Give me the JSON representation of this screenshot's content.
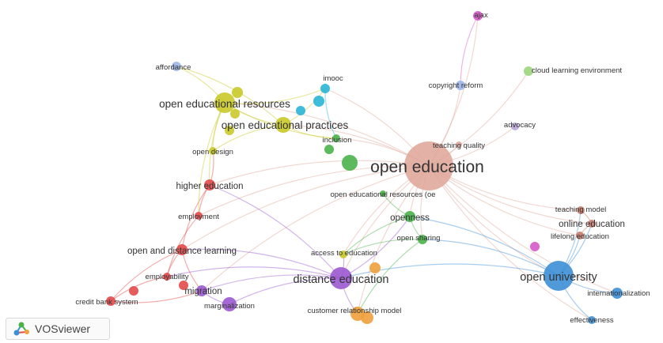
{
  "app": {
    "name": "VOSviewer",
    "logo_icon": "vosviewer-logo-icon"
  },
  "diagram": {
    "type": "keyword co-occurrence network",
    "clusters": {
      "red": "#e34a4a",
      "yellow": "#c9c92a",
      "green": "#49b349",
      "cyan": "#29b5d6",
      "purple": "#9b59d0",
      "orange": "#f0a03c",
      "blue": "#3d8fd6",
      "brown": "#c87d6e",
      "pink": "#d45ac8",
      "lightblue": "#9fb6e8",
      "lightgreen": "#9cd67c",
      "lavender": "#b9a5d8",
      "salmon": "#e0a89b"
    },
    "nodes": [
      {
        "id": "open-education",
        "label": "open education",
        "cluster": "salmon",
        "weight": 5
      },
      {
        "id": "open-university",
        "label": "open university",
        "cluster": "blue",
        "weight": 4
      },
      {
        "id": "distance-education",
        "label": "distance education",
        "cluster": "purple",
        "weight": 4
      },
      {
        "id": "open-educational-resources",
        "label": "open educational resources",
        "cluster": "yellow",
        "weight": 3
      },
      {
        "id": "open-educational-practices",
        "label": "open educational practices",
        "cluster": "yellow",
        "weight": 3
      },
      {
        "id": "higher-education",
        "label": "higher education",
        "cluster": "red",
        "weight": 2
      },
      {
        "id": "open-and-distance-learning",
        "label": "open and distance learning",
        "cluster": "red",
        "weight": 2
      },
      {
        "id": "online-education",
        "label": "online education",
        "cluster": "brown",
        "weight": 2
      },
      {
        "id": "openness",
        "label": "openness",
        "cluster": "green",
        "weight": 2
      },
      {
        "id": "migration",
        "label": "migration",
        "cluster": "purple",
        "weight": 2
      },
      {
        "id": "ajax",
        "label": "ajax",
        "cluster": "pink",
        "weight": 1
      },
      {
        "id": "cloud-learning-environment",
        "label": "cloud learning environment",
        "cluster": "lightgreen",
        "weight": 1
      },
      {
        "id": "copyright-reform",
        "label": "copyright reform",
        "cluster": "lightblue",
        "weight": 1
      },
      {
        "id": "affordance",
        "label": "affordance",
        "cluster": "lightblue",
        "weight": 1
      },
      {
        "id": "imooc",
        "label": "imooc",
        "cluster": "cyan",
        "weight": 1
      },
      {
        "id": "advocacy",
        "label": "advocacy",
        "cluster": "lavender",
        "weight": 1
      },
      {
        "id": "inclusion",
        "label": "inclusion",
        "cluster": "green",
        "weight": 1
      },
      {
        "id": "teaching-quality",
        "label": "teaching quality",
        "cluster": "salmon",
        "weight": 1
      },
      {
        "id": "open-design",
        "label": "open design",
        "cluster": "yellow",
        "weight": 1
      },
      {
        "id": "open-educational-resources-oe",
        "label": "open educational resources (oe",
        "cluster": "green",
        "weight": 1
      },
      {
        "id": "employment",
        "label": "employment",
        "cluster": "red",
        "weight": 1
      },
      {
        "id": "teaching-model",
        "label": "teaching model",
        "cluster": "brown",
        "weight": 1
      },
      {
        "id": "lifelong-education",
        "label": "lifelong education",
        "cluster": "brown",
        "weight": 1
      },
      {
        "id": "open-sharing",
        "label": "open sharing",
        "cluster": "green",
        "weight": 1
      },
      {
        "id": "access-to-education",
        "label": "access to education",
        "cluster": "yellow",
        "weight": 1
      },
      {
        "id": "employability",
        "label": "employability",
        "cluster": "red",
        "weight": 1
      },
      {
        "id": "credit-bank-system",
        "label": "credit bank system",
        "cluster": "red",
        "weight": 1
      },
      {
        "id": "marginalization",
        "label": "marginalization",
        "cluster": "purple",
        "weight": 1
      },
      {
        "id": "customer-relationship-model",
        "label": "customer relationship model",
        "cluster": "orange",
        "weight": 1
      },
      {
        "id": "internationalization",
        "label": "internationalization",
        "cluster": "blue",
        "weight": 1
      },
      {
        "id": "effectiveness",
        "label": "effectiveness",
        "cluster": "blue",
        "weight": 1
      }
    ],
    "extra_nodes": [
      {
        "id": "dot-yellow-a",
        "cluster": "yellow"
      },
      {
        "id": "dot-yellow-b",
        "cluster": "yellow"
      },
      {
        "id": "dot-yellow-c",
        "cluster": "yellow"
      },
      {
        "id": "dot-green-a",
        "cluster": "green"
      },
      {
        "id": "dot-green-b",
        "cluster": "green"
      },
      {
        "id": "dot-cyan-a",
        "cluster": "cyan"
      },
      {
        "id": "dot-cyan-b",
        "cluster": "cyan"
      },
      {
        "id": "dot-pink-a",
        "cluster": "pink"
      },
      {
        "id": "dot-red-a",
        "cluster": "red"
      },
      {
        "id": "dot-red-b",
        "cluster": "red"
      },
      {
        "id": "dot-orange-a",
        "cluster": "orange"
      },
      {
        "id": "dot-orange-b",
        "cluster": "orange"
      }
    ],
    "links": [
      [
        "open-education",
        "open-university"
      ],
      [
        "open-education",
        "distance-education"
      ],
      [
        "open-education",
        "open-educational-resources"
      ],
      [
        "open-education",
        "open-educational-practices"
      ],
      [
        "open-education",
        "higher-education"
      ],
      [
        "open-education",
        "ajax"
      ],
      [
        "open-education",
        "cloud-learning-environment"
      ],
      [
        "open-education",
        "copyright-reform"
      ],
      [
        "open-education",
        "advocacy"
      ],
      [
        "open-education",
        "online-education"
      ],
      [
        "open-education",
        "teaching-model"
      ],
      [
        "open-education",
        "lifelong-education"
      ],
      [
        "open-education",
        "openness"
      ],
      [
        "open-education",
        "open-sharing"
      ],
      [
        "open-education",
        "imooc"
      ],
      [
        "open-education",
        "inclusion"
      ],
      [
        "open-education",
        "teaching-quality"
      ],
      [
        "open-education",
        "access-to-education"
      ],
      [
        "open-education",
        "employment"
      ],
      [
        "open-education",
        "open-and-distance-learning"
      ],
      [
        "open-education",
        "customer-relationship-model"
      ],
      [
        "open-education",
        "internationalization"
      ],
      [
        "open-education",
        "effectiveness"
      ],
      [
        "open-education",
        "migration"
      ],
      [
        "open-university",
        "distance-education"
      ],
      [
        "open-university",
        "openness"
      ],
      [
        "open-university",
        "open-sharing"
      ],
      [
        "open-university",
        "online-education"
      ],
      [
        "open-university",
        "internationalization"
      ],
      [
        "open-university",
        "effectiveness"
      ],
      [
        "open-university",
        "lifelong-education"
      ],
      [
        "open-university",
        "teaching-model"
      ],
      [
        "distance-education",
        "open-and-distance-learning"
      ],
      [
        "distance-education",
        "migration"
      ],
      [
        "distance-education",
        "marginalization"
      ],
      [
        "distance-education",
        "customer-relationship-model"
      ],
      [
        "distance-education",
        "openness"
      ],
      [
        "distance-education",
        "access-to-education"
      ],
      [
        "distance-education",
        "higher-education"
      ],
      [
        "distance-education",
        "employability"
      ],
      [
        "open-educational-resources",
        "affordance"
      ],
      [
        "open-educational-resources",
        "open-educational-practices"
      ],
      [
        "open-educational-resources",
        "imooc"
      ],
      [
        "open-educational-resources",
        "open-design"
      ],
      [
        "open-educational-resources",
        "higher-education"
      ],
      [
        "open-educational-resources",
        "inclusion"
      ],
      [
        "open-educational-practices",
        "imooc"
      ],
      [
        "open-educational-practices",
        "inclusion"
      ],
      [
        "open-educational-practices",
        "open-design"
      ],
      [
        "open-educational-practices",
        "affordance"
      ],
      [
        "higher-education",
        "employment"
      ],
      [
        "higher-education",
        "open-and-distance-learning"
      ],
      [
        "higher-education",
        "open-design"
      ],
      [
        "open-and-distance-learning",
        "employability"
      ],
      [
        "open-and-distance-learning",
        "credit-bank-system"
      ],
      [
        "open-and-distance-learning",
        "migration"
      ],
      [
        "employment",
        "employability"
      ],
      [
        "employability",
        "credit-bank-system"
      ],
      [
        "migration",
        "marginalization"
      ],
      [
        "openness",
        "open-sharing"
      ],
      [
        "openness",
        "access-to-education"
      ],
      [
        "open-educational-resources-oe",
        "openness"
      ],
      [
        "ajax",
        "copyright-reform"
      ],
      [
        "imooc",
        "inclusion"
      ],
      [
        "online-education",
        "teaching-model"
      ],
      [
        "online-education",
        "lifelong-education"
      ],
      [
        "open-sharing",
        "access-to-education"
      ],
      [
        "open-sharing",
        "customer-relationship-model"
      ],
      [
        "credit-bank-system",
        "migration"
      ],
      [
        "open-educational-resources",
        "employment"
      ]
    ]
  }
}
